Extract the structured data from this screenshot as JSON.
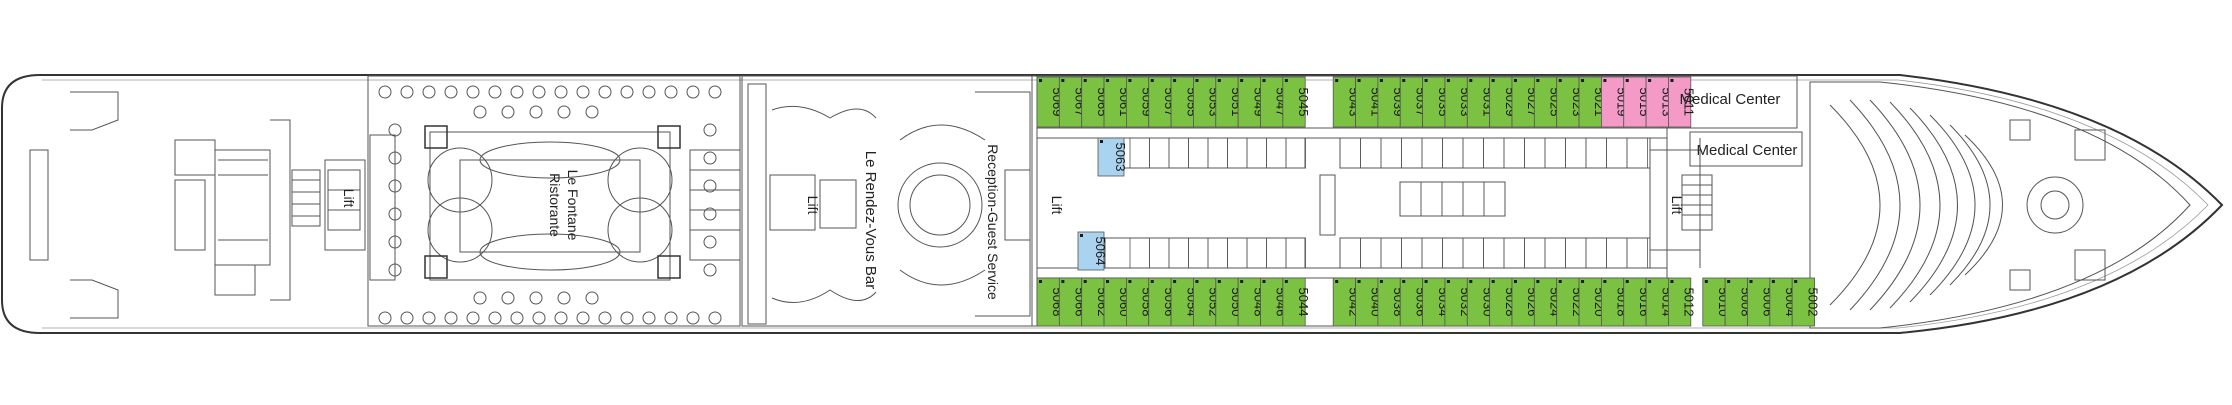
{
  "colors": {
    "hull": "#333333",
    "line": "#555555",
    "green_cabin": "#7cc242",
    "pink_cabin": "#f39ac6",
    "blue_cabin": "#a9d3ee",
    "cabin_text": "#1a1a1a",
    "background": "#ffffff"
  },
  "labels": {
    "lift": "Lift",
    "restaurant_line1": "Le Fontane",
    "restaurant_line2": "Ristorante",
    "bar": "Le Rendez-Vous Bar",
    "reception": "Reception-Guest Service",
    "medical_1": "Medical Center",
    "medical_2": "Medical Center"
  },
  "cabins": {
    "upper_row": [
      {
        "id": "5069",
        "type": "green"
      },
      {
        "id": "5067",
        "type": "green"
      },
      {
        "id": "5065",
        "type": "green"
      },
      {
        "id": "5061",
        "type": "green"
      },
      {
        "id": "5059",
        "type": "green"
      },
      {
        "id": "5057",
        "type": "green"
      },
      {
        "id": "5055",
        "type": "green"
      },
      {
        "id": "5053",
        "type": "green"
      },
      {
        "id": "5051",
        "type": "green"
      },
      {
        "id": "5049",
        "type": "green"
      },
      {
        "id": "5047",
        "type": "green"
      },
      {
        "id": "5045",
        "type": "green"
      },
      {
        "id": "5043",
        "type": "green"
      },
      {
        "id": "5041",
        "type": "green"
      },
      {
        "id": "5039",
        "type": "green"
      },
      {
        "id": "5037",
        "type": "green"
      },
      {
        "id": "5035",
        "type": "green"
      },
      {
        "id": "5033",
        "type": "green"
      },
      {
        "id": "5031",
        "type": "green"
      },
      {
        "id": "5029",
        "type": "green"
      },
      {
        "id": "5027",
        "type": "green"
      },
      {
        "id": "5025",
        "type": "green"
      },
      {
        "id": "5023",
        "type": "green"
      },
      {
        "id": "5021",
        "type": "green"
      },
      {
        "id": "5019",
        "type": "pink"
      },
      {
        "id": "5015",
        "type": "pink"
      },
      {
        "id": "5013",
        "type": "pink"
      },
      {
        "id": "5011",
        "type": "pink"
      }
    ],
    "lower_row": [
      {
        "id": "5068",
        "type": "green"
      },
      {
        "id": "5066",
        "type": "green"
      },
      {
        "id": "5062",
        "type": "green"
      },
      {
        "id": "5060",
        "type": "green"
      },
      {
        "id": "5058",
        "type": "green"
      },
      {
        "id": "5056",
        "type": "green"
      },
      {
        "id": "5054",
        "type": "green"
      },
      {
        "id": "5052",
        "type": "green"
      },
      {
        "id": "5050",
        "type": "green"
      },
      {
        "id": "5048",
        "type": "green"
      },
      {
        "id": "5046",
        "type": "green"
      },
      {
        "id": "5044",
        "type": "green"
      },
      {
        "id": "5042",
        "type": "green"
      },
      {
        "id": "5040",
        "type": "green"
      },
      {
        "id": "5038",
        "type": "green"
      },
      {
        "id": "5036",
        "type": "green"
      },
      {
        "id": "5034",
        "type": "green"
      },
      {
        "id": "5032",
        "type": "green"
      },
      {
        "id": "5030",
        "type": "green"
      },
      {
        "id": "5028",
        "type": "green"
      },
      {
        "id": "5026",
        "type": "green"
      },
      {
        "id": "5024",
        "type": "green"
      },
      {
        "id": "5022",
        "type": "green"
      },
      {
        "id": "5020",
        "type": "green"
      },
      {
        "id": "5018",
        "type": "green"
      },
      {
        "id": "5016",
        "type": "green"
      },
      {
        "id": "5014",
        "type": "green"
      },
      {
        "id": "5012",
        "type": "green"
      },
      {
        "id": "5010",
        "type": "green"
      },
      {
        "id": "5008",
        "type": "green"
      },
      {
        "id": "5006",
        "type": "green"
      },
      {
        "id": "5004",
        "type": "green"
      },
      {
        "id": "5002",
        "type": "green"
      }
    ],
    "inner": [
      {
        "id": "5063",
        "type": "blue"
      },
      {
        "id": "5064",
        "type": "blue"
      }
    ]
  }
}
